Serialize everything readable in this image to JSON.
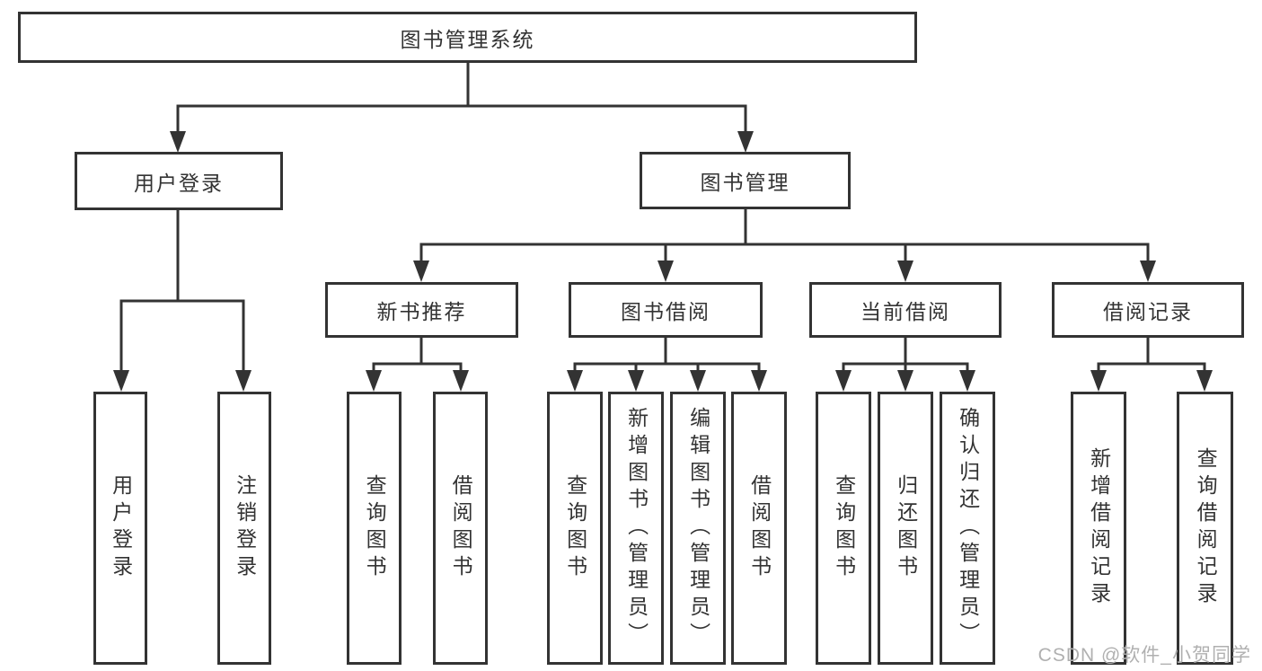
{
  "watermark": "CSDN @软件_小贺同学",
  "colors": {
    "line": "#333333",
    "box_border": "#333333",
    "box_fill": "#ffffff",
    "text": "#333333",
    "watermark": "#b0b0b0"
  },
  "tree": {
    "label": "图书管理系统",
    "children": [
      {
        "label": "用户登录",
        "children": [
          {
            "label": "用户登录"
          },
          {
            "label": "注销登录"
          }
        ]
      },
      {
        "label": "图书管理",
        "children": [
          {
            "label": "新书推荐",
            "children": [
              {
                "label": "查询图书"
              },
              {
                "label": "借阅图书"
              }
            ]
          },
          {
            "label": "图书借阅",
            "children": [
              {
                "label": "查询图书"
              },
              {
                "label": "新增图书（管理员）"
              },
              {
                "label": "编辑图书（管理员）"
              },
              {
                "label": "借阅图书"
              }
            ]
          },
          {
            "label": "当前借阅",
            "children": [
              {
                "label": "查询图书"
              },
              {
                "label": "归还图书"
              },
              {
                "label": "确认归还（管理员）"
              }
            ]
          },
          {
            "label": "借阅记录",
            "children": [
              {
                "label": "新增借阅记录"
              },
              {
                "label": "查询借阅记录"
              }
            ]
          }
        ]
      }
    ]
  }
}
